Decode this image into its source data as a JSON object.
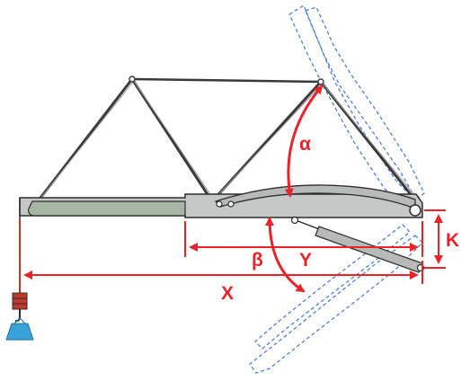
{
  "labels": {
    "alpha": "α",
    "beta": "β",
    "x": "X",
    "y": "Y",
    "k": "K"
  },
  "colors": {
    "dimension": "#e8232a",
    "dashed_outline": "#4f7fcf",
    "boom_fill": "#c6c8c7",
    "boom_tip_fill": "#a5b7a2",
    "outline": "#2d2d2d",
    "load_fill": "#3aa0d8",
    "hook_block": "#c0392b"
  },
  "icons": {
    "hook": "crane-hook-icon",
    "load": "hanging-load-icon"
  }
}
